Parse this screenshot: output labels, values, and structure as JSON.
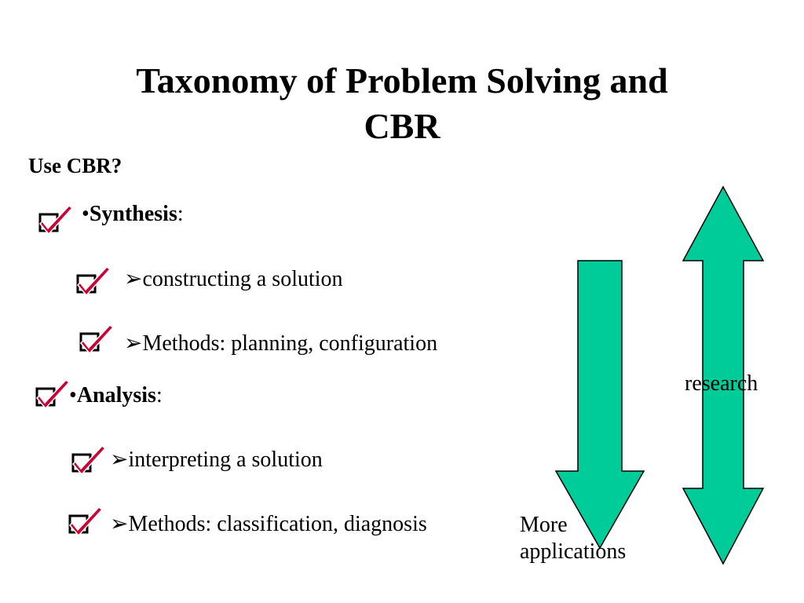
{
  "slide": {
    "title_line1": "Taxonomy of Problem Solving and",
    "title_line2": "CBR",
    "subtitle": "Use CBR?",
    "synthesis": {
      "bullet": "•",
      "heading": "Synthesis",
      "suffix": ":",
      "items": [
        {
          "marker": "➢",
          "text": "constructing a solution"
        },
        {
          "marker": "➢",
          "text": "Methods: planning, configuration"
        }
      ]
    },
    "analysis": {
      "bullet": "•",
      "heading": "Analysis",
      "suffix": ":",
      "items": [
        {
          "marker": "➢",
          "text": "interpreting a solution"
        },
        {
          "marker": "➢",
          "text": "Methods: classification, diagnosis"
        }
      ]
    },
    "down_arrow_label_line1": "More",
    "down_arrow_label_line2": "applications",
    "updown_arrow_label": "research",
    "icons": {
      "checkbox": "checkbox-checked-icon",
      "down_arrow": "down-arrow",
      "double_arrow": "up-down-arrow"
    },
    "colors": {
      "arrow_fill": "#00CC99",
      "check_mark": "#CC0033",
      "text": "#000000",
      "background": "#FFFFFF"
    }
  }
}
